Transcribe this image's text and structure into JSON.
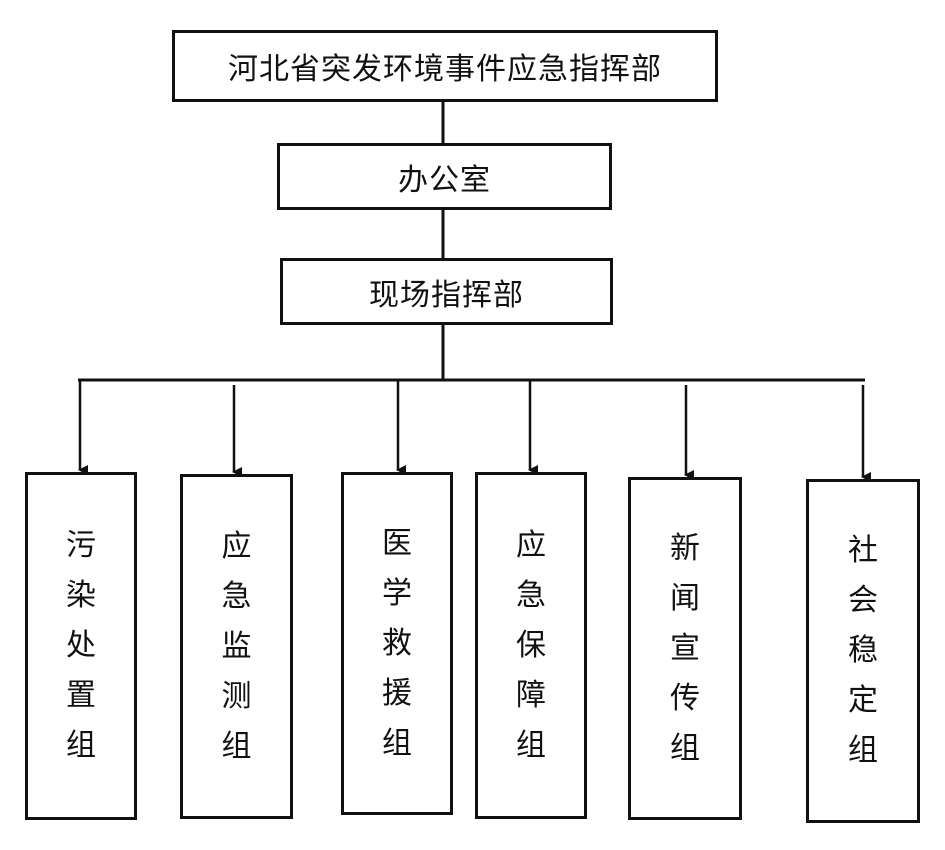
{
  "top": "河北省突发环境事件应急指挥部",
  "office": "办公室",
  "field_command": "现场指挥部",
  "groups": [
    {
      "chars": [
        "污",
        "染",
        "处",
        "置",
        "组"
      ]
    },
    {
      "chars": [
        "应",
        "急",
        "监",
        "测",
        "组"
      ]
    },
    {
      "chars": [
        "医",
        "学",
        "救",
        "援",
        "组"
      ]
    },
    {
      "chars": [
        "应",
        "急",
        "保",
        "障",
        "组"
      ]
    },
    {
      "chars": [
        "新",
        "闻",
        "宣",
        "传",
        "组"
      ]
    },
    {
      "chars": [
        "社",
        "会",
        "稳",
        "定",
        "组"
      ]
    }
  ]
}
